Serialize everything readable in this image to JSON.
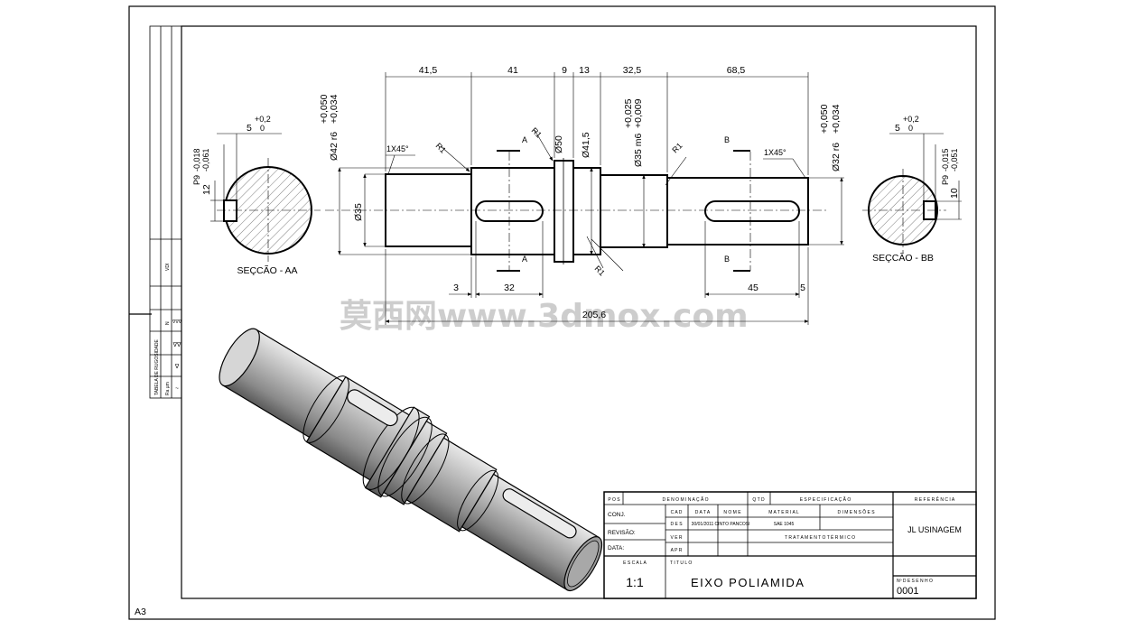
{
  "sheet_format": "A3",
  "watermark": "莫西网www.3dmox.com",
  "dimensions": {
    "top_lengths": [
      "41,5",
      "41",
      "9",
      "13",
      "32,5",
      "68,5"
    ],
    "bottom_lengths": [
      "3",
      "32",
      "45",
      "5"
    ],
    "overall_length": "205,6",
    "diameters": {
      "d42": "Ø42 r6",
      "d42_tol_upper": "+0,050",
      "d42_tol_lower": "+0,034",
      "d35_left": "Ø35",
      "d50": "Ø50",
      "d41_5": "Ø41,5",
      "d35_m6": "Ø35 m6",
      "d35_tol_upper": "+0,025",
      "d35_tol_lower": "+0,009",
      "d32": "Ø32 r6",
      "d32_tol_upper": "+0,050",
      "d32_tol_lower": "+0,034"
    },
    "radii": [
      "R1",
      "R1",
      "R1",
      "R1"
    ],
    "chamfers": [
      "1X45°",
      "1X45°"
    ]
  },
  "sections": {
    "aa": {
      "label": "SEÇCÃO - AA",
      "cut_letter": "A",
      "width": "5",
      "width_tol_upper": "+0,2",
      "width_tol_lower": "0",
      "key_tol_label": "P9",
      "key_tol_upper": "-0,018",
      "key_tol_lower": "-0,061",
      "depth": "12"
    },
    "bb": {
      "label": "SEÇCÃO - BB",
      "cut_letter": "B",
      "width": "5",
      "width_tol_upper": "+0,2",
      "width_tol_lower": "0",
      "key_tol_label": "P9",
      "key_tol_upper": "-0,015",
      "key_tol_lower": "-0,051",
      "depth": "10"
    }
  },
  "title_block": {
    "header": {
      "pos": "P O S",
      "denominacao": "D E N O M I N A Ç Ã O",
      "qtd": "Q T D",
      "especificacao": "E S P E C I F I C A Ç Ã O",
      "referencia": "R E F E R Ê N C I A"
    },
    "rows": {
      "conj": "CONJ.",
      "revisao": "REVISÃO:",
      "data": "DATA:",
      "cad": "C A D",
      "data_col": "D A T A",
      "nome": "N O M E",
      "des": "D E S",
      "ver": "V E R",
      "apr": "A P R",
      "des_date": "30/01/2011",
      "des_name": "CINTO PANCOSI",
      "material_label": "M A T E R I A L",
      "dimensoes_label": "D I M E N S Õ E S",
      "material_value": "SAE 1045",
      "tratamento": "T R A T A M E N T O   T É R M I C O"
    },
    "company": "JL USINAGEM",
    "escala_label": "E S C A L A",
    "escala_value": "1:1",
    "titulo_label": "T I T U L O",
    "titulo_value": "EIXO POLIAMIDA",
    "nr_label": "Nº  D E S E N H O",
    "nr_value": "0001"
  },
  "roughness_table": {
    "title": "TABELA DE RUGOSIDADE",
    "columns": [
      "Ra µm",
      "N",
      "VDI"
    ],
    "symbols": [
      "~",
      "∇",
      "∇∇",
      "∇∇∇"
    ]
  }
}
